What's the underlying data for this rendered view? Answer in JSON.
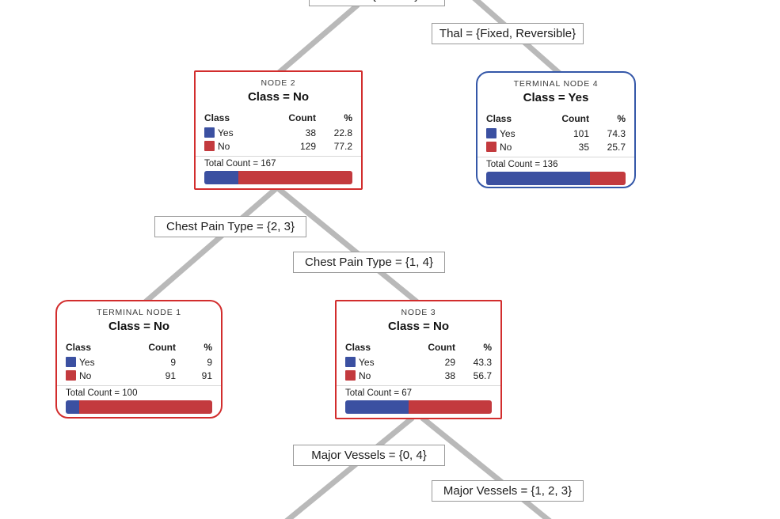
{
  "palette": {
    "yes_blue": "#3b50a1",
    "no_red": "#c33a3e",
    "internal_node_border_red": "#d22d2d",
    "terminal_yes_border_blue": "#3457a8",
    "edge_line_gray": "#b9b9b9",
    "label_border_gray": "#9a9a9a"
  },
  "root_label": {
    "text": "Thal = {Normal}"
  },
  "edge_labels": [
    {
      "text": "Thal = {Fixed, Reversible}"
    },
    {
      "text": "Chest Pain Type = {2, 3}"
    },
    {
      "text": "Chest Pain Type = {1, 4}"
    },
    {
      "text": "Major Vessels = {0, 4}"
    },
    {
      "text": "Major Vessels = {1, 2, 3}"
    }
  ],
  "table_header": {
    "class": "Class",
    "count": "Count",
    "pct": "%"
  },
  "nodes": [
    {
      "title": "NODE 2",
      "class_assignment": "Class = No",
      "rows": [
        {
          "label": "Yes",
          "count": "38",
          "pct": "22.8"
        },
        {
          "label": "No",
          "count": "129",
          "pct": "77.2"
        }
      ],
      "total_label": "Total Count = 167",
      "bar": {
        "yes_pct": 22.8,
        "no_pct": 77.2
      }
    },
    {
      "title": "TERMINAL NODE 4",
      "class_assignment": "Class = Yes",
      "rows": [
        {
          "label": "Yes",
          "count": "101",
          "pct": "74.3"
        },
        {
          "label": "No",
          "count": "35",
          "pct": "25.7"
        }
      ],
      "total_label": "Total Count = 136",
      "bar": {
        "yes_pct": 74.3,
        "no_pct": 25.7
      }
    },
    {
      "title": "TERMINAL NODE 1",
      "class_assignment": "Class = No",
      "rows": [
        {
          "label": "Yes",
          "count": "9",
          "pct": "9"
        },
        {
          "label": "No",
          "count": "91",
          "pct": "91"
        }
      ],
      "total_label": "Total Count = 100",
      "bar": {
        "yes_pct": 9,
        "no_pct": 91
      }
    },
    {
      "title": "NODE 3",
      "class_assignment": "Class = No",
      "rows": [
        {
          "label": "Yes",
          "count": "29",
          "pct": "43.3"
        },
        {
          "label": "No",
          "count": "38",
          "pct": "56.7"
        }
      ],
      "total_label": "Total Count = 67",
      "bar": {
        "yes_pct": 43.3,
        "no_pct": 56.7
      }
    }
  ]
}
